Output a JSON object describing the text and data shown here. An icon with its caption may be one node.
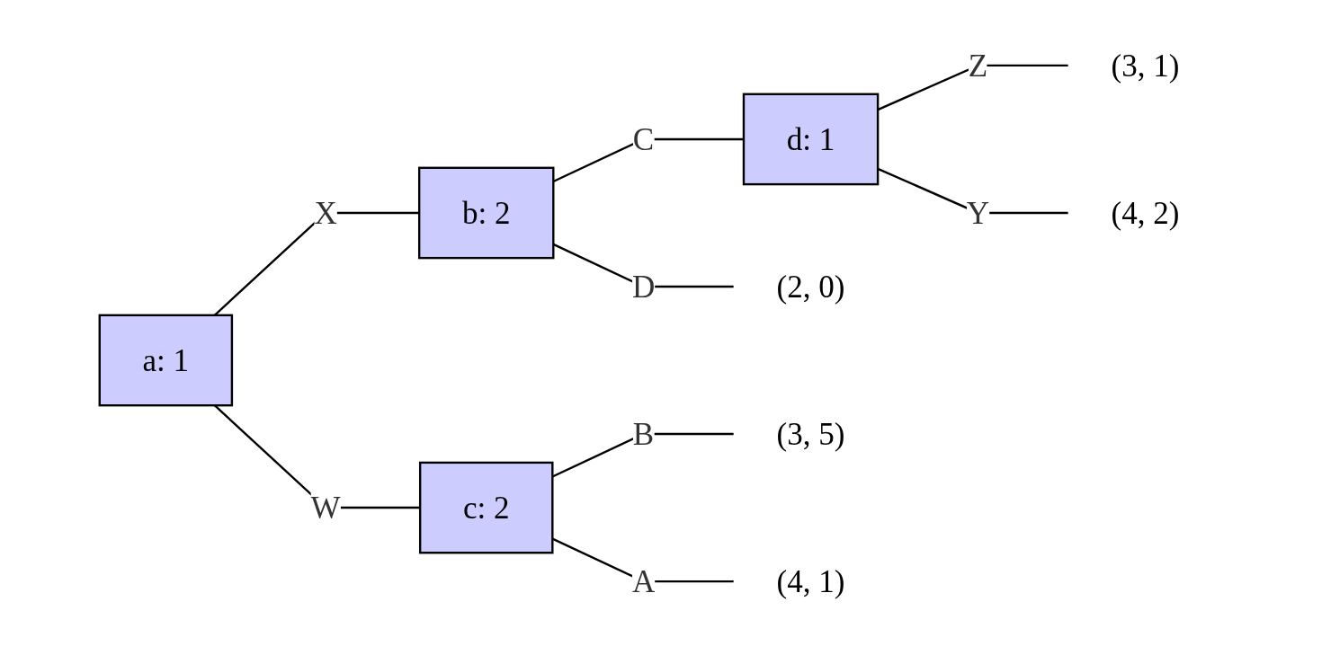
{
  "diagram": {
    "nodes": [
      {
        "text": [
          "a: 1"
        ]
      },
      {
        "text": [
          "b: 2"
        ]
      },
      {
        "text": [
          "c: 2"
        ]
      },
      {
        "text": [
          "d: 1"
        ]
      },
      {
        "text": [
          "(2, 0)"
        ]
      },
      {
        "text": [
          "(3, 1)"
        ]
      },
      {
        "text": [
          "(4, 2)"
        ]
      },
      {
        "text": [
          "(3, 5)"
        ]
      },
      {
        "text": [
          "(4, 1)"
        ]
      }
    ],
    "edges": [
      {
        "from": 0,
        "to": 1,
        "arrow": "none",
        "label": "X"
      },
      {
        "from": 0,
        "to": 2,
        "arrow": "none",
        "label": "W"
      },
      {
        "from": 1,
        "to": 4,
        "arrow": "none",
        "label": "D"
      },
      {
        "from": 1,
        "to": 3,
        "arrow": "none",
        "label": "C"
      },
      {
        "from": 3,
        "to": 5,
        "arrow": "none",
        "label": "Z"
      },
      {
        "from": 3,
        "to": 6,
        "arrow": "none",
        "label": "Y"
      },
      {
        "from": 2,
        "to": 7,
        "arrow": "none",
        "label": "B"
      },
      {
        "from": 2,
        "to": 8,
        "arrow": "none",
        "label": "A"
      }
    ]
  }
}
